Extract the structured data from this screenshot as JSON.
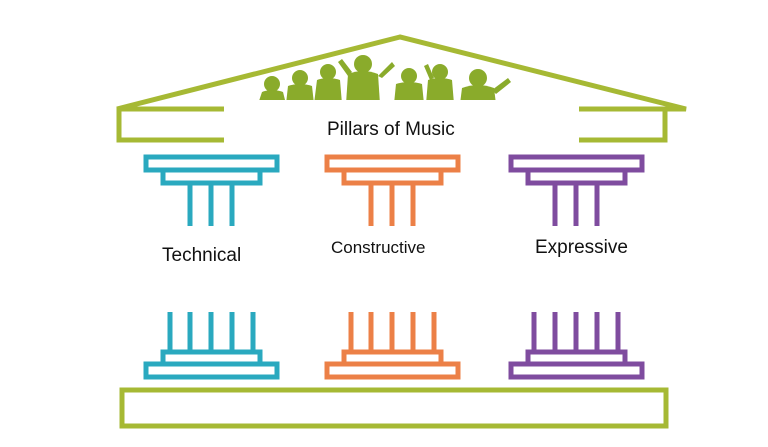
{
  "diagram": {
    "title": "Pillars of Music",
    "pillars": [
      {
        "label": "Technical",
        "color": "#2aa9bf"
      },
      {
        "label": "Constructive",
        "color": "#ec8047"
      },
      {
        "label": "Expressive",
        "color": "#7f4c9f"
      }
    ],
    "temple_color": "#a6b934",
    "people_color": "#8aab2b",
    "icons": [
      "people-silhouettes-icon"
    ]
  }
}
